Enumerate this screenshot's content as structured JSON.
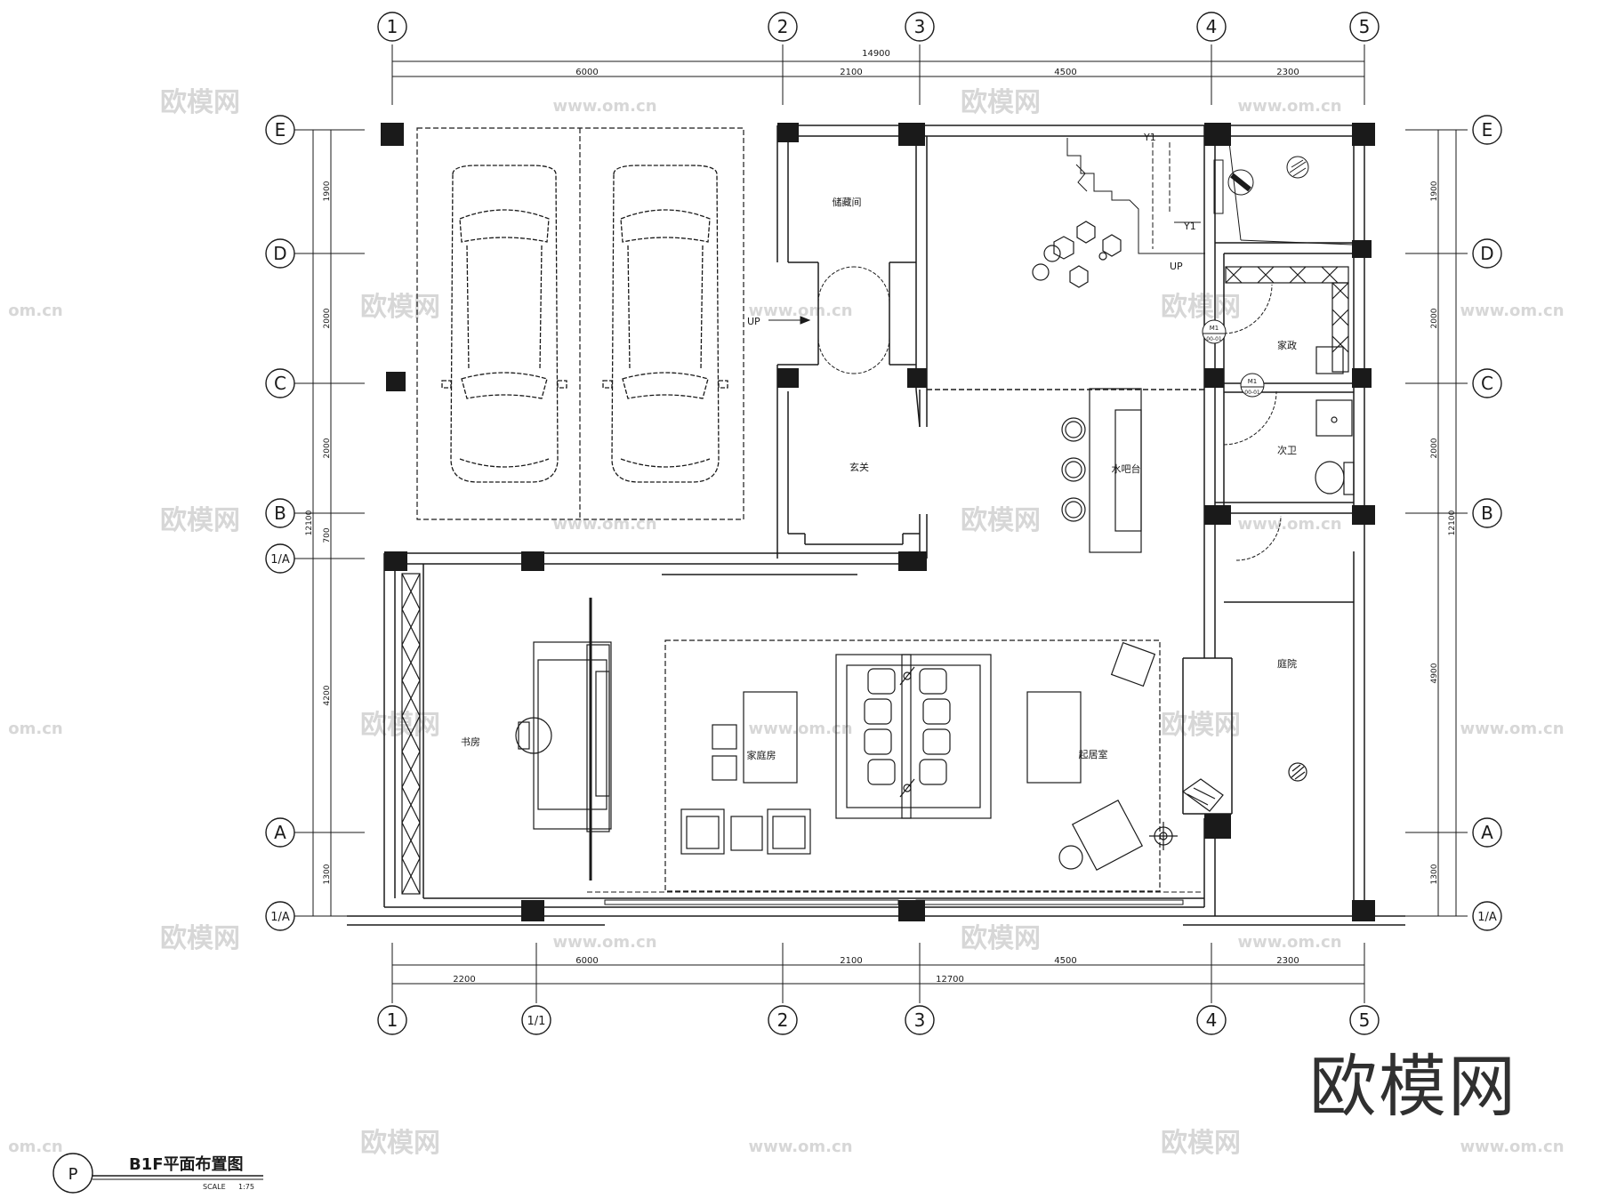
{
  "drawing": {
    "title": "B1F平面布置图",
    "scale_label": "SCALE",
    "scale_value": "1:75",
    "symbol": "P"
  },
  "grid_columns": [
    "1",
    "2",
    "3",
    "4",
    "5"
  ],
  "grid_subcolumn": "1/1",
  "grid_rows": [
    "E",
    "D",
    "C",
    "B",
    "1/A",
    "A",
    "1/A"
  ],
  "dimensions": {
    "top_total": "14900",
    "top_segments": [
      "6000",
      "2100",
      "4500",
      "2300"
    ],
    "bottom_segments": [
      "6000",
      "2100",
      "4500",
      "2300"
    ],
    "bottom_row2": [
      "2200",
      "12700"
    ],
    "left_total": "12100",
    "left_segments": [
      "1900",
      "2000",
      "2000",
      "700",
      "4200",
      "1300"
    ],
    "right_total": "12100",
    "right_segments": [
      "1900",
      "2000",
      "2000",
      "4900",
      "1300"
    ]
  },
  "rooms": {
    "storage": "储藏间",
    "foyer": "玄关",
    "bar": "水吧台",
    "housekeeping": "家政",
    "bathroom": "次卫",
    "courtyard": "庭院",
    "study": "书房",
    "family_room": "家庭房",
    "living_room": "起居室"
  },
  "annotations": {
    "up_garage": "UP",
    "up_stair": "UP",
    "y1_a": "Y1",
    "y1_b": "Y1",
    "door_tag_1": "M1",
    "door_tag_1_sub": "00-01",
    "door_tag_2": "M1",
    "door_tag_2_sub": "00-01"
  },
  "watermarks": {
    "logo": "欧模网",
    "url": "www.om.cn",
    "url_short": "om.cn",
    "corner": "欧模网"
  },
  "colors": {
    "line": "#1a1a1a",
    "watermark": "#d7d7d7"
  }
}
